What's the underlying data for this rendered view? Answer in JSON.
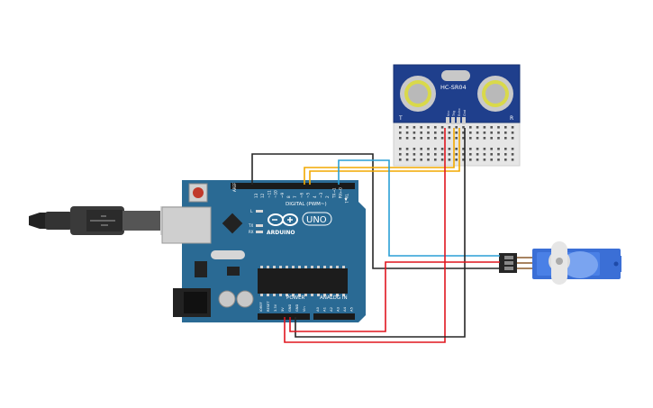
{
  "sensor": {
    "model": "HC-SR04",
    "marker_left": "T",
    "marker_right": "R",
    "pins": [
      "Vcc",
      "Trig",
      "Echo",
      "Gnd"
    ]
  },
  "arduino": {
    "brand": "ARDUINO",
    "model": "UNO",
    "digital_label": "DIGITAL (PWM~)",
    "power_label": "POWER",
    "analog_label": "ANALOG IN",
    "led_l": "L",
    "led_tx": "TX",
    "led_rx": "RX",
    "aref": "AREF",
    "gnd": "GND",
    "digital_pins": [
      "13",
      "12",
      "~11",
      "~10",
      "~9",
      "8",
      "7",
      "~6",
      "~5",
      "4",
      "~3",
      "2",
      "TX→1",
      "RX←0"
    ],
    "power_pins": [
      "IOREF",
      "RESET",
      "3.3V",
      "5V",
      "GND",
      "GND",
      "Vin"
    ],
    "analog_pins": [
      "A0",
      "A1",
      "A2",
      "A3",
      "A4",
      "A5"
    ]
  },
  "wire_colors": {
    "power": "#e0161f",
    "ground": "#262626",
    "trig": "#f2a900",
    "echo": "#f2a900",
    "signal": "#2a9fd6",
    "servo_red": "#e0161f"
  }
}
